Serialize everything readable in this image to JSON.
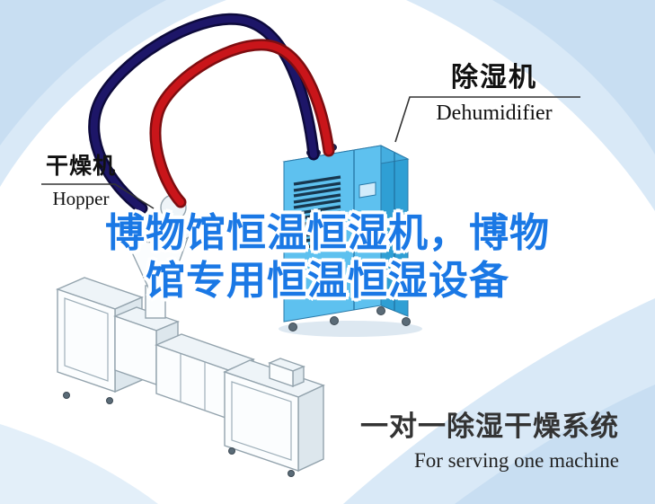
{
  "poster": {
    "machine_labels": {
      "dehumidifier": {
        "title_zh": "除湿机",
        "title_en": "Dehumidifier"
      },
      "dryer": {
        "title_zh": "干燥机",
        "title_en": "Hopper"
      }
    },
    "headline": {
      "line1": "博物馆恒温恒湿机，博物",
      "line2": "馆专用恒温恒湿设备"
    },
    "footer": {
      "title_zh": "一对一除湿干燥系统",
      "subtitle_en": "For serving one machine"
    }
  },
  "colors": {
    "headline_blue": "#1a78e5",
    "tube_red": "#c9151a",
    "tube_red_dark": "#7e0d10",
    "tube_navy": "#1d1668",
    "tube_navy_dark": "#0d0a3c",
    "machine_front": "#5ec1ef",
    "machine_side": "#2f9fd4",
    "machine_top": "#45aee0",
    "machine_grille": "#17374f",
    "background_tint": "#d9e9f7",
    "label_text": "#111111",
    "footer_text": "#333333"
  }
}
